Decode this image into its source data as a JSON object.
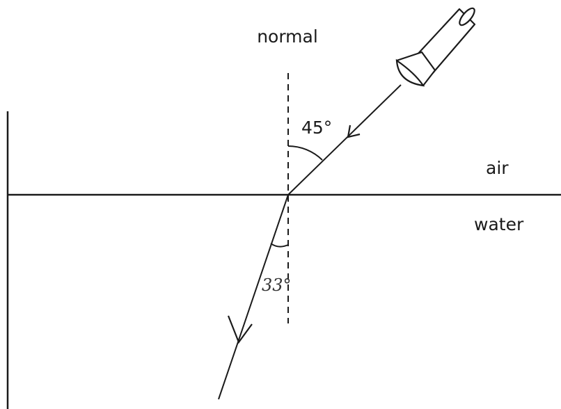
{
  "labels": {
    "normal": "normal",
    "incident_angle": "45°",
    "refracted_angle": "33°",
    "medium_top": "air",
    "medium_bottom": "water"
  },
  "angles": {
    "incidence_deg": 45,
    "refraction_deg": 33
  },
  "colors": {
    "ink": "#1a1a1a",
    "paper": "#ffffff"
  },
  "icons": {
    "light_source": "flashlight-icon"
  }
}
